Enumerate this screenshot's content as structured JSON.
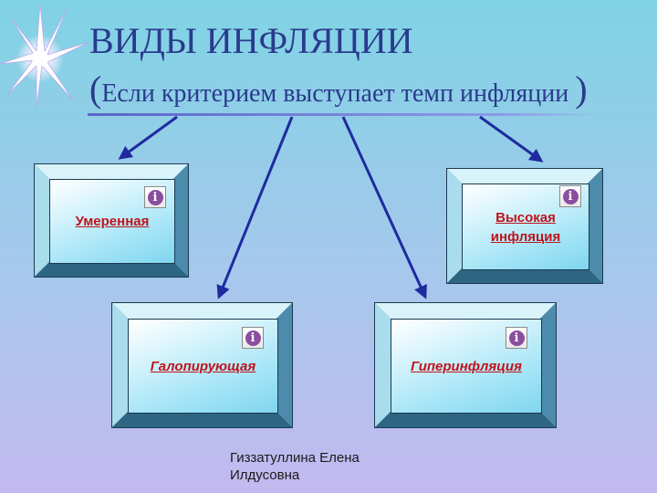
{
  "title": "ВИДЫ ИНФЛЯЦИИ",
  "subtitle": {
    "open": "(",
    "text": "Если критерием выступает темп инфляции",
    "close": ")"
  },
  "nodes": [
    {
      "id": "moderate",
      "label_lines": [
        "Умеренная"
      ],
      "icon": "info-icon"
    },
    {
      "id": "high",
      "label_lines": [
        "Высокая",
        "инфляция"
      ],
      "icon": "info-icon"
    },
    {
      "id": "galloping",
      "label_lines": [
        "Галопирующая"
      ],
      "icon": "info-icon"
    },
    {
      "id": "hyper",
      "label_lines": [
        "Гиперинфляция"
      ],
      "icon": "info-icon"
    }
  ],
  "author": {
    "line1": "Гиззатуллина Елена",
    "line2": "Илдусовна"
  },
  "colors": {
    "title": "#2a3a8c",
    "link_label": "#c0141c",
    "arrow": "#1f2aa0",
    "info_badge": "#8a4e9e",
    "box_frame": "#2f6f8f"
  }
}
